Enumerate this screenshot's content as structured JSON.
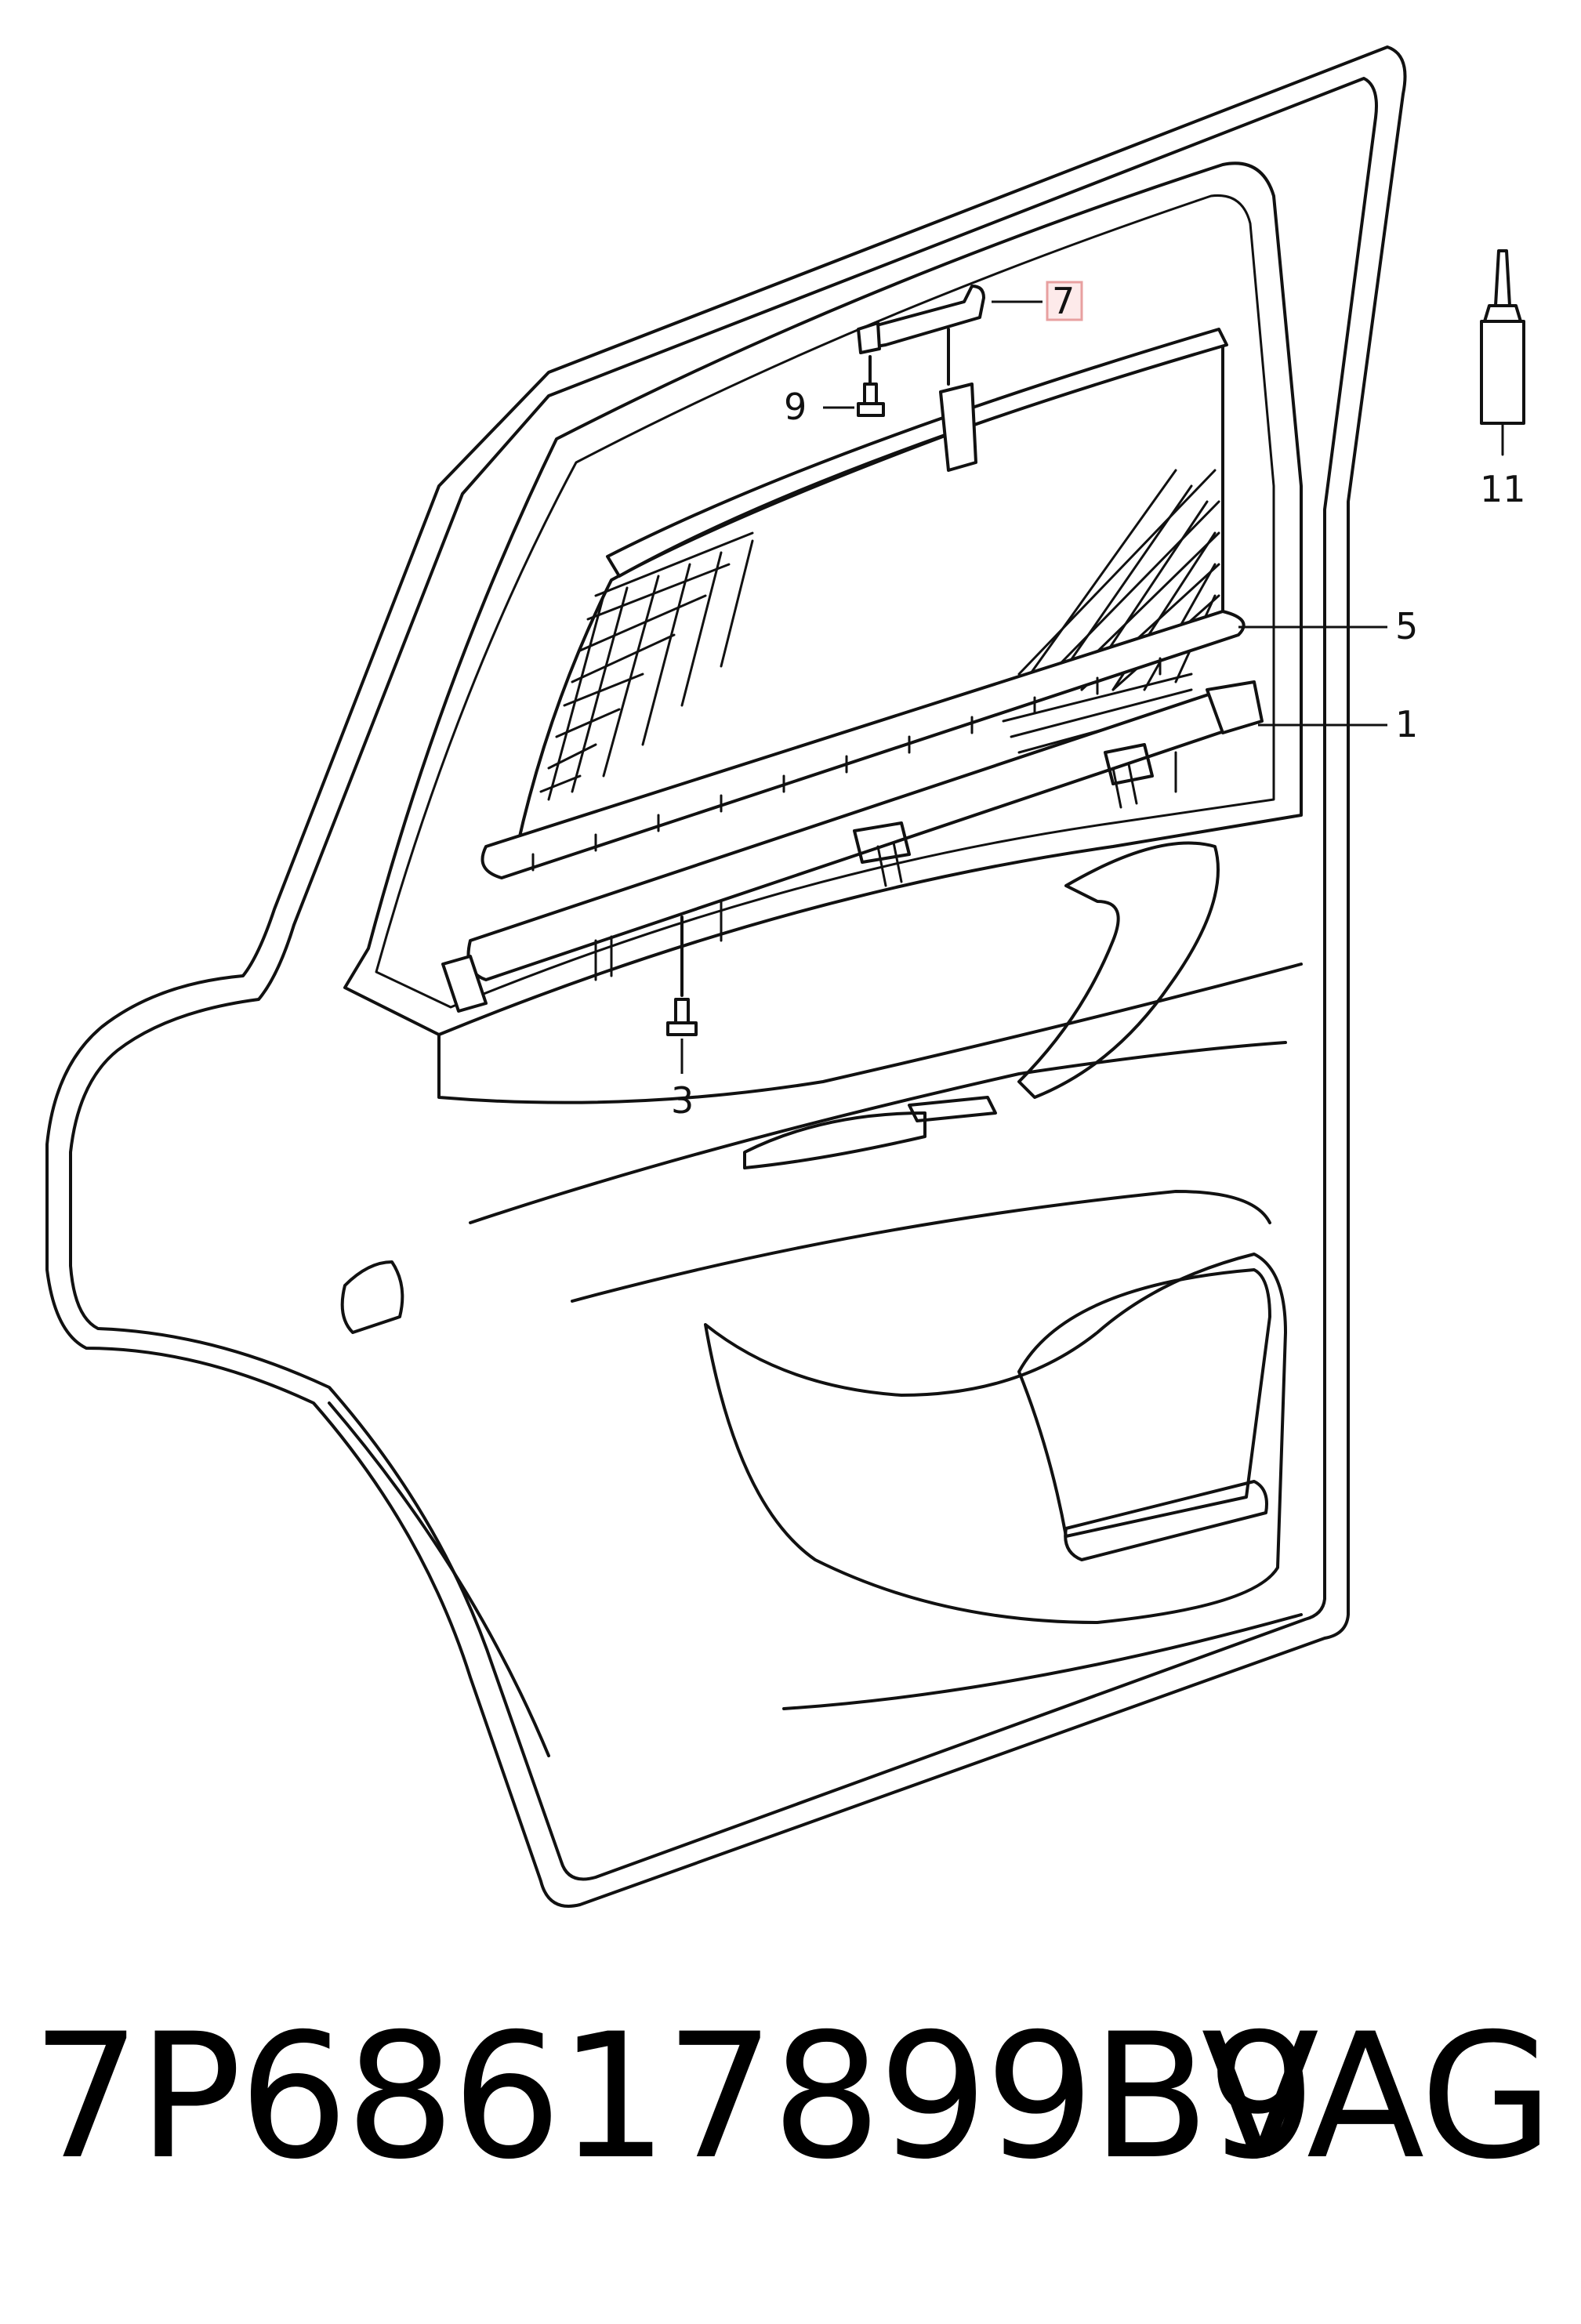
{
  "diagram": {
    "callouts": [
      {
        "id": "1",
        "label": "1"
      },
      {
        "id": "3",
        "label": "3"
      },
      {
        "id": "5",
        "label": "5"
      },
      {
        "id": "7",
        "label": "7",
        "highlighted": true
      },
      {
        "id": "9",
        "label": "9"
      },
      {
        "id": "11",
        "label": "11"
      }
    ],
    "highlight_color": "#e8a0a0"
  },
  "footer": {
    "part_number": "7P68617899B9",
    "brand": "VAG"
  }
}
